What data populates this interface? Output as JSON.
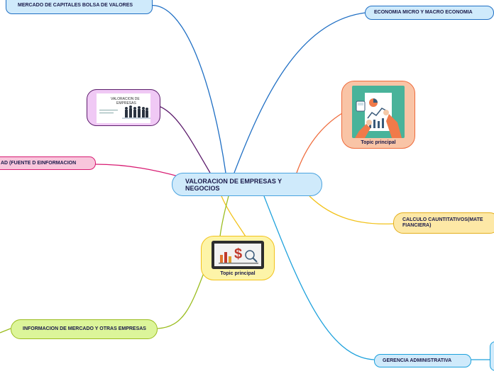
{
  "center": {
    "label": "VALORACION DE EMPRESAS Y NEGOCIOS"
  },
  "nodes": {
    "mercado_capitales": "MERCADO DE CAPITALES BOLSA DE VALORES",
    "economia": "ECONOMIA MICRO Y MACRO ECONOMIA",
    "contabilidad": "AD (FUENTE D EINFORMACION",
    "calculo": "CALCULO CAUNTITATIVOS(MATE FIANCIERA)",
    "informacion_mercado": "INFORMACION DE MERCADO Y OTRAS EMPRESAS",
    "gerencia": "GERENCIA ADMINISTRATIVA"
  },
  "image_nodes": {
    "valoracion_slide": {
      "line1": "VALORACION DE",
      "line2": "EMPRESAS"
    },
    "topic_orange": {
      "caption": "Topic principal"
    },
    "topic_yellow": {
      "caption": "Topic principal",
      "currency_symbol": "$"
    }
  },
  "colors": {
    "blue": "#1f6fc4",
    "orange": "#ef6a3a",
    "purple": "#5b1a6b",
    "pink": "#d81b72",
    "yellow": "#f2c21a",
    "green": "#9bbd1f",
    "lightblue": "#1da1dc"
  }
}
